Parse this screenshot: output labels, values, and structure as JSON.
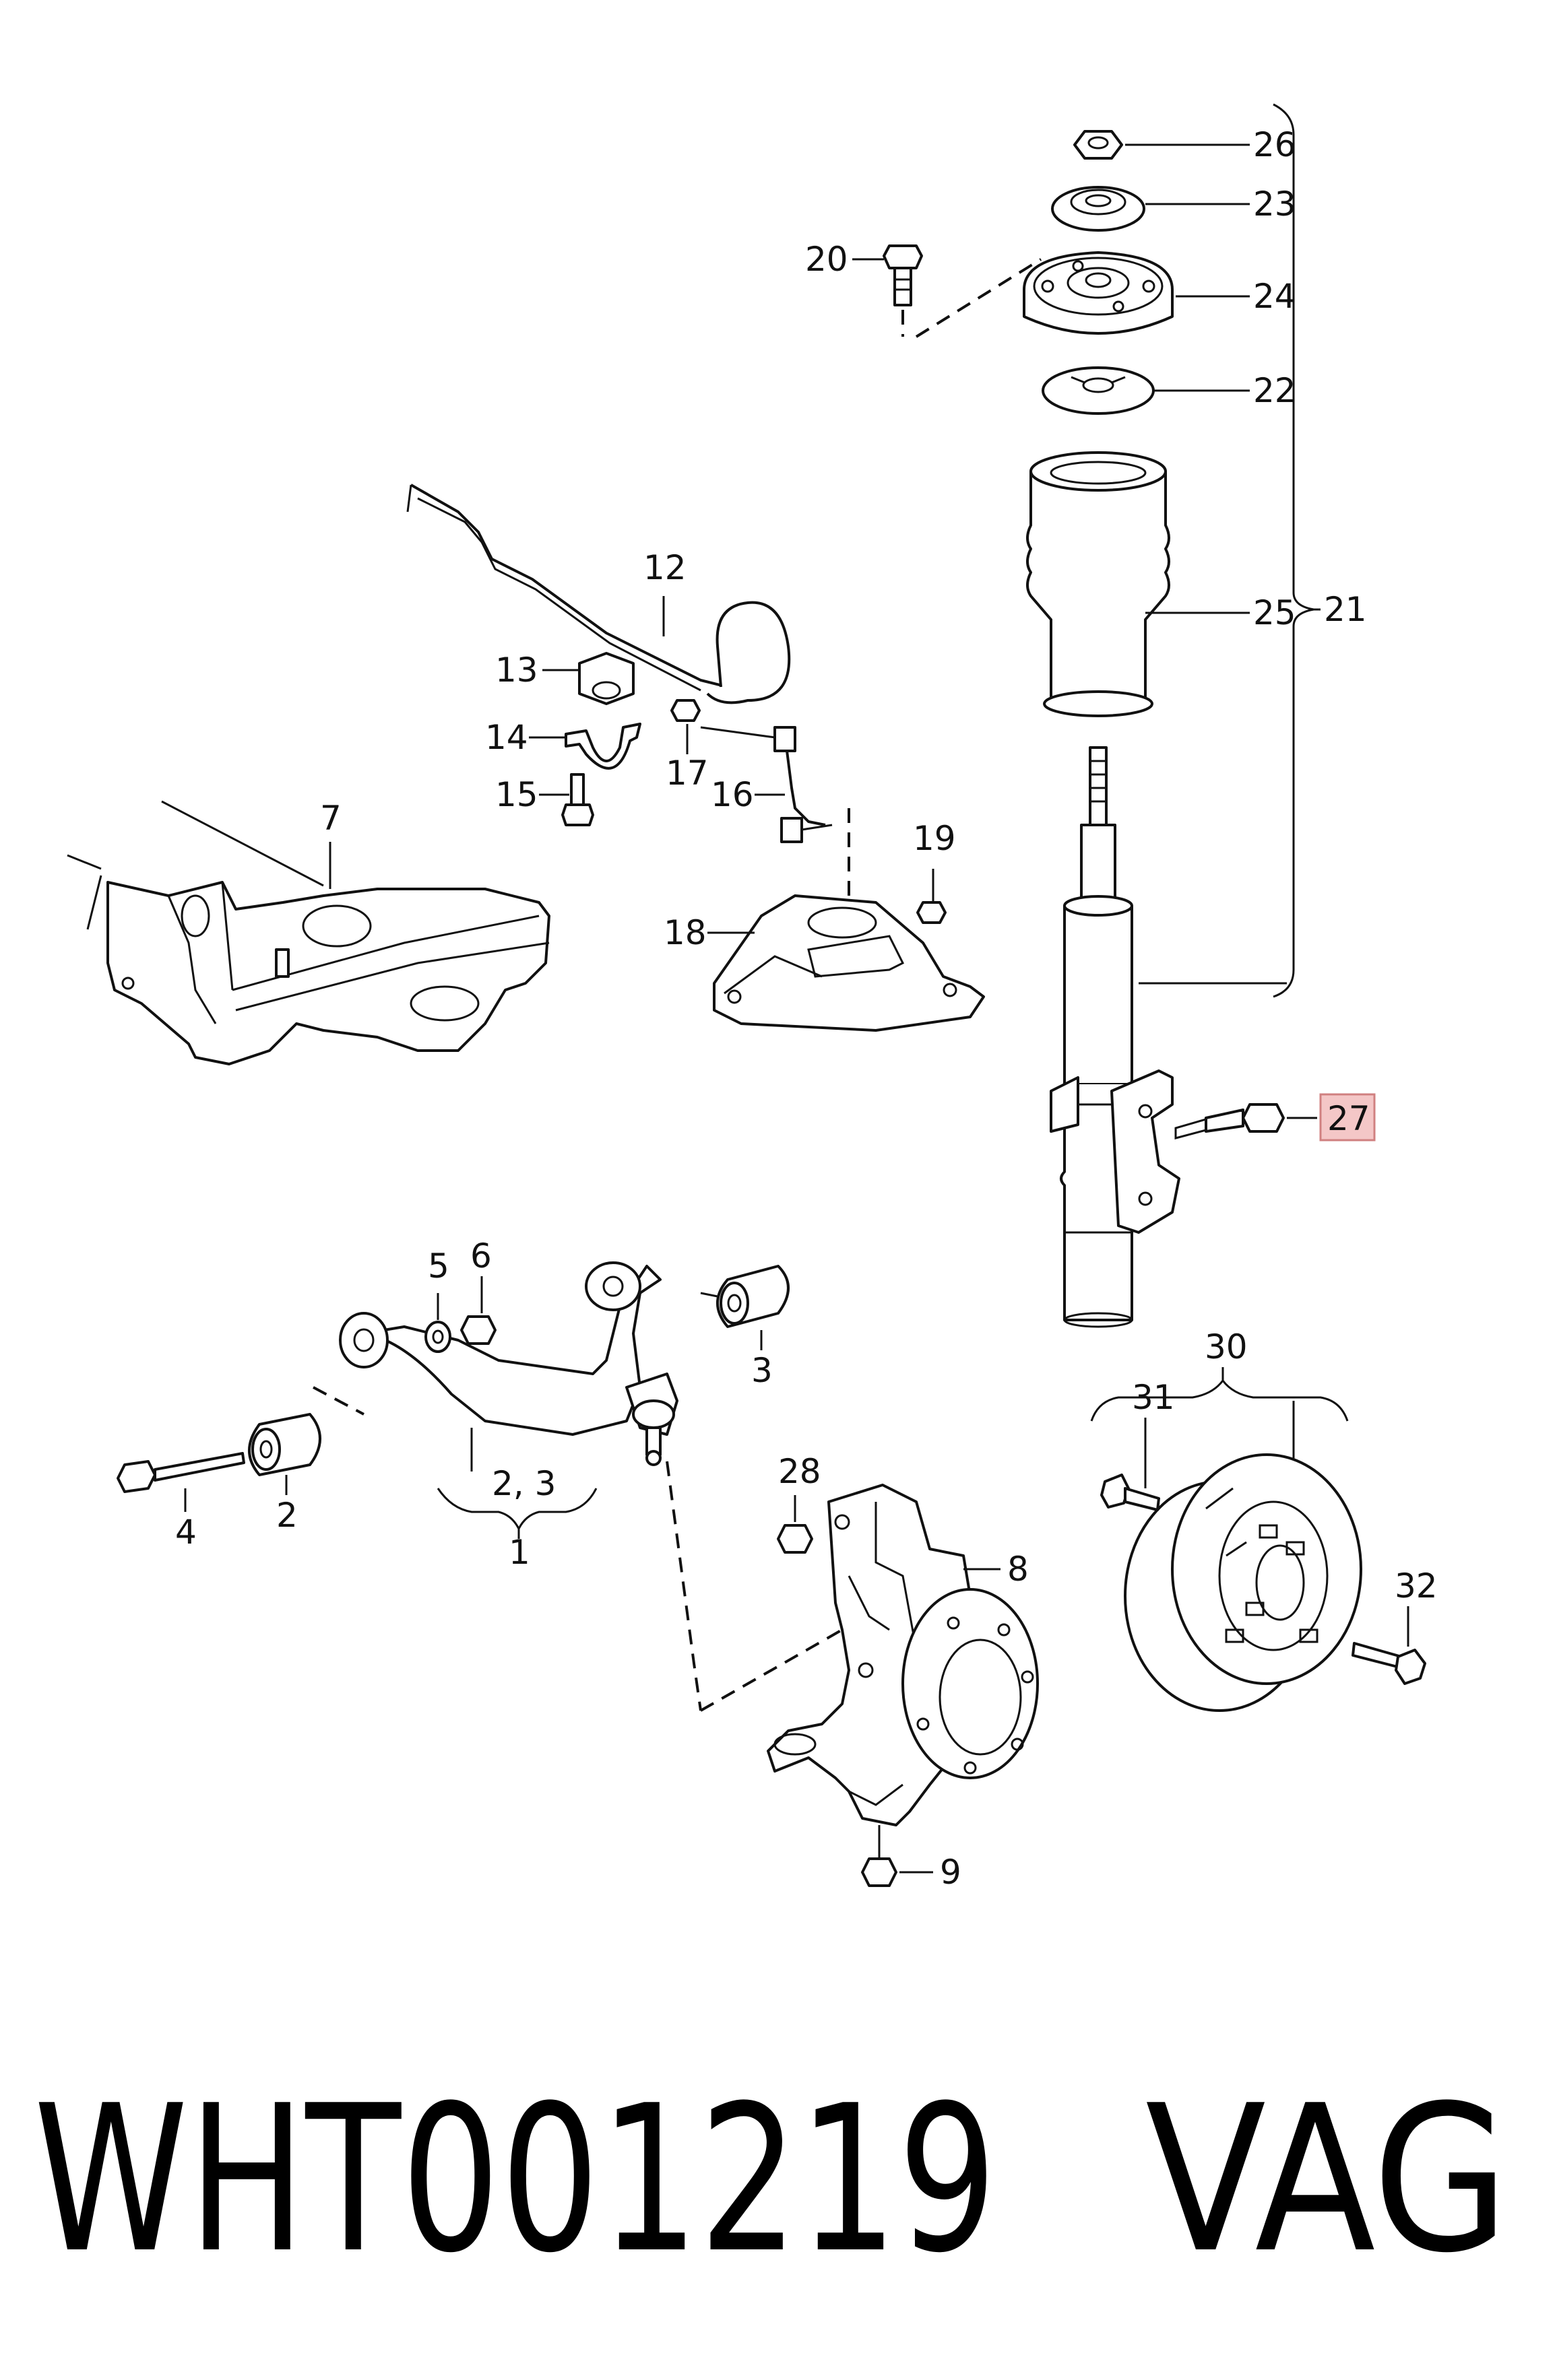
{
  "diagram": {
    "callouts": {
      "c26": "26",
      "c23": "23",
      "c24": "24",
      "c22": "22",
      "c25": "25",
      "c21": "21",
      "c20": "20",
      "c12": "12",
      "c13": "13",
      "c14": "14",
      "c15": "15",
      "c17": "17",
      "c16": "16",
      "c19": "19",
      "c18": "18",
      "c7": "7",
      "c27": "27",
      "c5": "5",
      "c6": "6",
      "c3": "3",
      "c23b": "2,  3",
      "c1": "1",
      "c4": "4",
      "c2": "2",
      "c28": "28",
      "c8": "8",
      "c9": "9",
      "c30": "30",
      "c31": "31",
      "c32": "32"
    },
    "highlight_color": "#f4c7c7",
    "highlight_border": "#d08080"
  },
  "footer": {
    "part_number": "WHT001219",
    "brand": "VAG"
  }
}
